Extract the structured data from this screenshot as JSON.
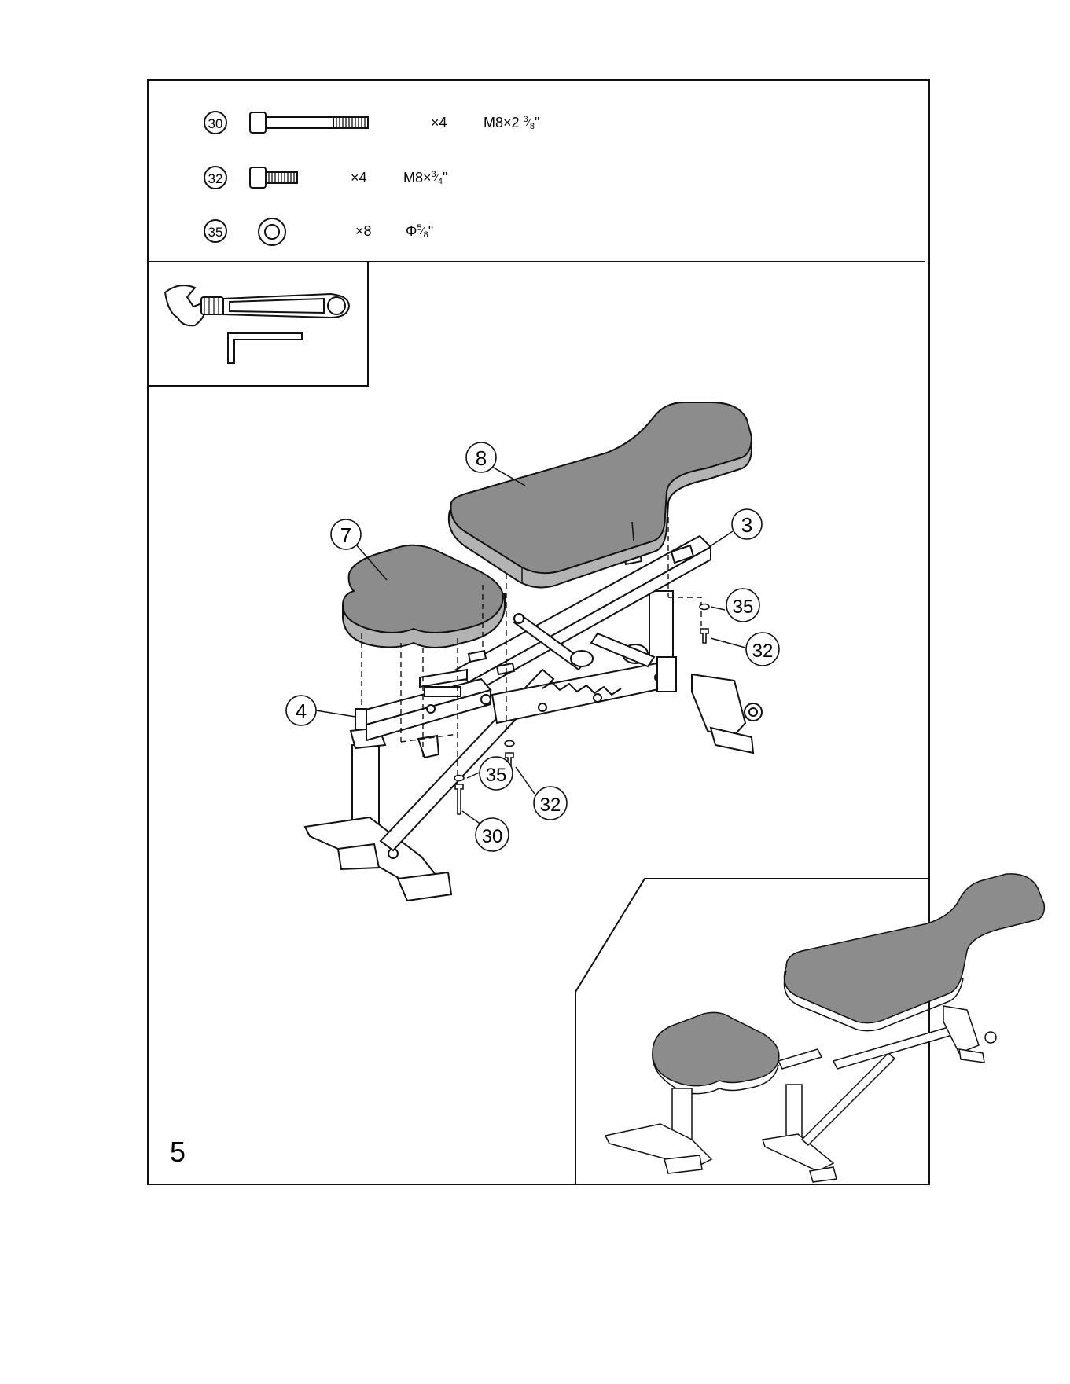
{
  "hardware": [
    {
      "callout": "30",
      "qty": "×4",
      "size_main": "M8×2 ",
      "size_num": "3",
      "size_den": "8",
      "size_suffix": "\"",
      "kind": "long-bolt"
    },
    {
      "callout": "32",
      "qty": "×4",
      "size_main": "M8×",
      "size_num": "3",
      "size_den": "4",
      "size_suffix": "\"",
      "kind": "short-bolt"
    },
    {
      "callout": "35",
      "qty": "×8",
      "size_main": "Φ",
      "size_num": "5",
      "size_den": "8",
      "size_suffix": "\"",
      "kind": "washer"
    }
  ],
  "tools": [
    "adjustable-wrench",
    "allen-key"
  ],
  "diagram_callouts": {
    "part_8": "8",
    "part_7": "7",
    "part_3": "3",
    "part_4": "4",
    "washer_right": "35",
    "bolt_right": "32",
    "washer_bottom": "35",
    "bolt_bottom": "32",
    "bolt_long": "30"
  },
  "step_number": "5",
  "colors": {
    "pad_fill": "#8c8c8c",
    "pad_side": "#b0b0b0",
    "line": "#111111"
  }
}
